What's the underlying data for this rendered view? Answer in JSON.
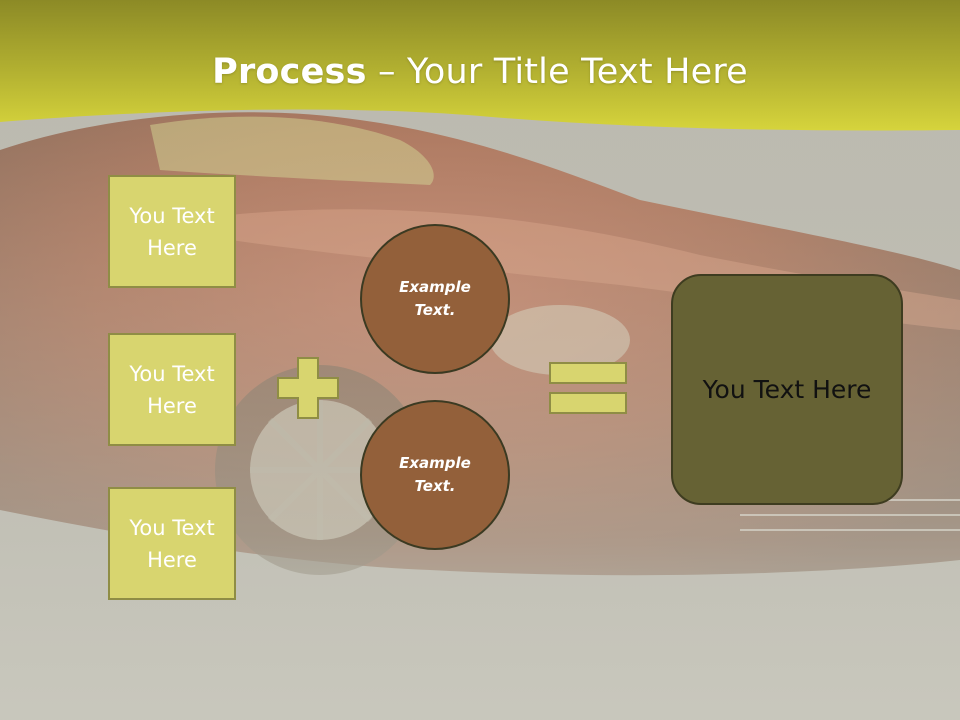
{
  "slide": {
    "title": {
      "bold": "Process",
      "rest": " – Your Title Text Here"
    },
    "input_boxes": [
      {
        "label": "You Text Here"
      },
      {
        "label": "You Text Here"
      },
      {
        "label": "You Text Here"
      }
    ],
    "circles": [
      {
        "label": "Example Text."
      },
      {
        "label": "Example Text."
      }
    ],
    "result_box": {
      "label": "You Text Here"
    },
    "colors": {
      "header_band": "#c6c43a",
      "input_box_fill": "#d8d56f",
      "input_box_border": "#8f8d45",
      "circle_fill": "#93603a",
      "result_box_fill": "#666234",
      "operator_fill": "#d8d56f",
      "background_overlay": "#c9c8bd"
    },
    "icons": [
      "plus-sign-icon",
      "equals-sign-icon"
    ]
  }
}
